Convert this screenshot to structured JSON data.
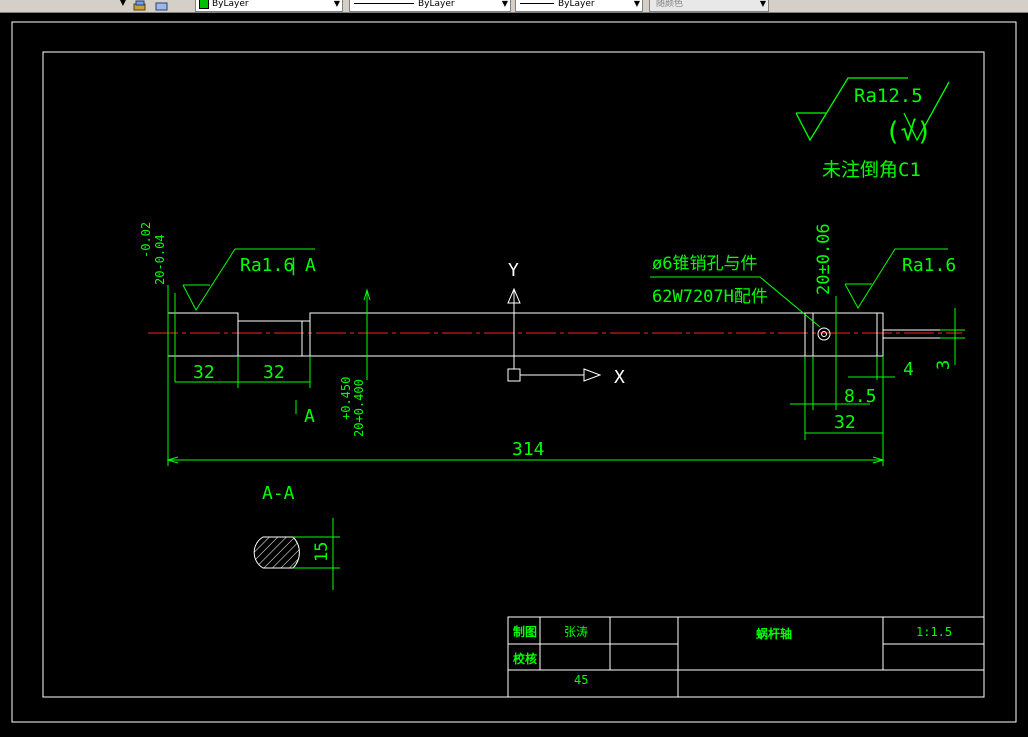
{
  "toolbar": {
    "layer_color_label": "ByLayer",
    "linetype_label": "ByLayer",
    "lineweight_label": "ByLayer",
    "plotstyle_label": "随颜色"
  },
  "drawing": {
    "roughness_general": "Ra12.5",
    "roughness_general_paren": "(√)",
    "chamfer_note": "未注倒角C1",
    "left_tol_top": "-0.02",
    "left_tol_bottom": "20-0.04",
    "left_roughness": "Ra1.6",
    "section_mark_top": "A",
    "section_mark_bottom": "A",
    "ucs_y": "Y",
    "ucs_x": "X",
    "pin_note_line1": "ø6锥销孔与件",
    "pin_note_line2": "62W7207H配件",
    "right_tol": "20±0.06",
    "right_roughness": "Ra1.6",
    "dim_32_a": "32",
    "dim_32_b": "32",
    "dim_mid_tol_top": "+0.450",
    "dim_mid_tol_bottom": "20+0.400",
    "dim_4": "4",
    "dim_3": "3",
    "dim_8_5": "8.5",
    "dim_32_c": "32",
    "dim_314": "314",
    "section_label": "A-A",
    "dim_15": "15"
  },
  "title_block": {
    "drawn_label": "制图",
    "drawn_name": "张涛",
    "checked_label": "校核",
    "part_name": "蜗杆轴",
    "scale": "1:1.5",
    "material": "45"
  }
}
